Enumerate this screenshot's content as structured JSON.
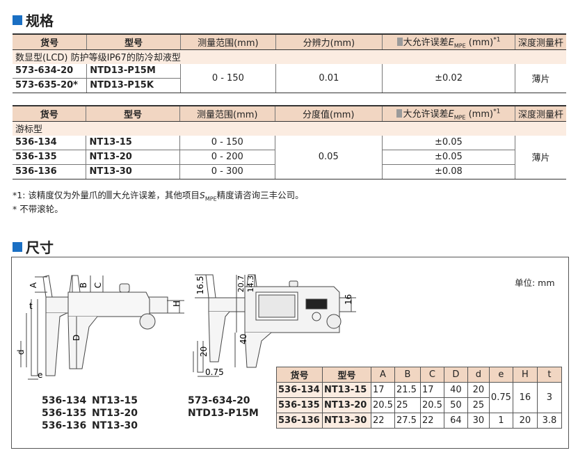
{
  "spec_section": {
    "title": "规格"
  },
  "table1": {
    "headers": {
      "code": "货号",
      "model": "型号",
      "range": "测量范围(mm)",
      "res": "分辨力(mm)",
      "mpe_a": "大允许误差",
      "mpe_e": "E",
      "mpe_sub": "MPE",
      "mpe_unit": " (mm)",
      "mpe_sup": "*1",
      "depth": "深度测量杆"
    },
    "subheader": "数显型(LCD)   防护等级IP67的防冷却液型",
    "rows": [
      {
        "code": "573-634-20",
        "model": "NTD13-P15M"
      },
      {
        "code": "573-635-20*",
        "model": "NTD13-P15K"
      }
    ],
    "range": "0 - 150",
    "res": "0.01",
    "mpe": "±0.02",
    "depth": "薄片"
  },
  "table2": {
    "headers": {
      "code": "货号",
      "model": "型号",
      "range": "测量范围(mm)",
      "res": "分度值(mm)",
      "mpe_a": "大允许误差",
      "mpe_e": "E",
      "mpe_sub": "MPE",
      "mpe_unit": " (mm)",
      "mpe_sup": "*1",
      "depth": "深度测量杆"
    },
    "subheader": "游标型",
    "rows": [
      {
        "code": "536-134",
        "model": "NT13-15",
        "range": "0 - 150",
        "mpe": "±0.05"
      },
      {
        "code": "536-135",
        "model": "NT13-20",
        "range": "0 - 200",
        "mpe": "±0.05"
      },
      {
        "code": "536-136",
        "model": "NT13-30",
        "range": "0 - 300",
        "mpe": "±0.08"
      }
    ],
    "res": "0.05",
    "depth": "薄片"
  },
  "notes": {
    "n1_a": "*1: 该精度仅为外量爪的",
    "n1_b": "大允许误差，其他项目",
    "n1_s": "S",
    "n1_sub": "MPE",
    "n1_c": "精度请咨询三丰公司。",
    "n2": "* 不带滚轮。"
  },
  "dim_section": {
    "title": "尺寸",
    "unit": "单位: mm"
  },
  "drawing1": {
    "labels": {
      "A": "A",
      "B": "B",
      "C": "C",
      "t": "t",
      "H": "H",
      "D": "D",
      "d": "d",
      "e": "e"
    },
    "codes": [
      "536-134",
      "536-135",
      "536-136"
    ],
    "models": [
      "NT13-15",
      "NT13-20",
      "NT13-30"
    ]
  },
  "drawing2": {
    "labels": {
      "d165": "16.5",
      "d207": "20.7",
      "d143": "14.3",
      "d16": "16",
      "d40": "40",
      "d20": "20",
      "d075": "0.75"
    },
    "code": "573-634-20",
    "model": "NTD13-P15M"
  },
  "dim_table": {
    "headers": [
      "货号",
      "型号",
      "A",
      "B",
      "C",
      "D",
      "d",
      "e",
      "H",
      "t"
    ],
    "rows": [
      [
        "536-134",
        "NT13-15",
        "17",
        "21.5",
        "17",
        "40",
        "20"
      ],
      [
        "536-135",
        "NT13-20",
        "20.5",
        "25",
        "20.5",
        "50",
        "25"
      ],
      [
        "536-136",
        "NT13-30",
        "22",
        "27.5",
        "22",
        "64",
        "30"
      ]
    ],
    "e_shared": "0.75",
    "h_shared": "16",
    "t_shared": "3",
    "row3_e": "1",
    "row3_h": "20",
    "row3_t": "3.8"
  },
  "colors": {
    "accent": "#1a6fc3",
    "header_bg": "#f1d6c2",
    "sub_bg": "#fbece1"
  }
}
